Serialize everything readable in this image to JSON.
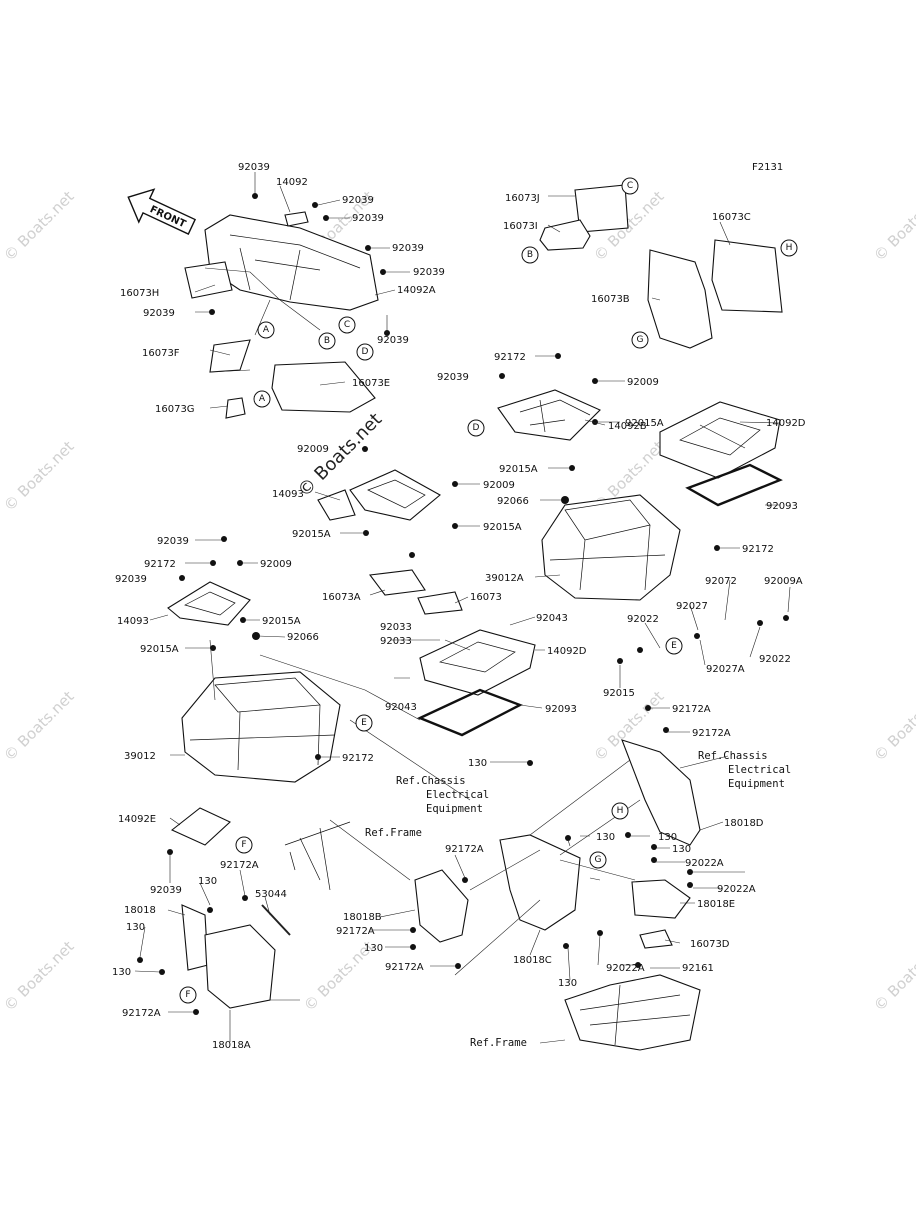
{
  "diagram": {
    "figure_code": "F2131",
    "front_arrow": "FRONT",
    "watermarks": [
      "© Boats.net"
    ],
    "part_labels": [
      "92039",
      "14092",
      "92039",
      "92039",
      "92039",
      "92039",
      "14092A",
      "16073H",
      "92039",
      "92039",
      "16073F",
      "16073E",
      "16073G",
      "16073J",
      "16073I",
      "16073C",
      "16073B",
      "92172",
      "92039",
      "92009",
      "14092B",
      "92015A",
      "14092D",
      "92009",
      "14093",
      "92009",
      "92015A",
      "92015A",
      "92066",
      "92093",
      "92015A",
      "92172",
      "39012A",
      "92072",
      "92009A",
      "92027",
      "92022",
      "92027A",
      "92022",
      "92015",
      "16073A",
      "16073",
      "92039",
      "92172",
      "92009",
      "92039",
      "14093",
      "92015A",
      "92066",
      "92015A",
      "92043",
      "92033",
      "92033",
      "14092D",
      "92043",
      "92093",
      "39012",
      "92172",
      "130",
      "92172A",
      "92172A",
      "18018D",
      "14092E",
      "92039",
      "92172A",
      "130",
      "18018",
      "130",
      "130",
      "53044",
      "92172A",
      "18018A",
      "18018B",
      "92172A",
      "130",
      "92172A",
      "92172A",
      "18018C",
      "130",
      "130",
      "92022A",
      "130",
      "92022A",
      "18018E",
      "16073D",
      "92022A",
      "92161",
      "130"
    ],
    "callouts": [
      "A",
      "B",
      "C",
      "D",
      "E",
      "F",
      "G",
      "H"
    ],
    "references": [
      "Ref.Frame",
      "Ref.Chassis Electrical Equipment",
      "Ref.Frame"
    ]
  }
}
